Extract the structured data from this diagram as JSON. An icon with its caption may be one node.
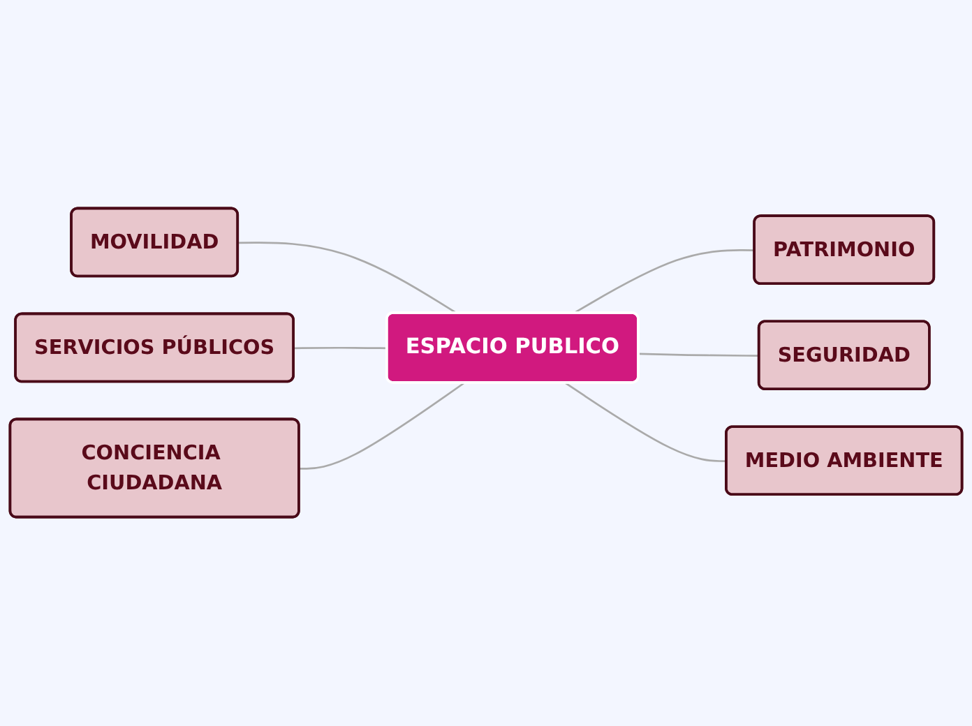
{
  "diagram": {
    "nodes": [
      {
        "text": [
          "PATRIMONIO"
        ]
      },
      {
        "text": [
          "MOVILIDAD"
        ]
      },
      {
        "text": [
          "SEGURIDAD"
        ]
      },
      {
        "text": [
          "SERVICIOS PÚBLICOS"
        ]
      },
      {
        "text": [
          "ESPACIO PUBLICO"
        ]
      },
      {
        "text": [
          "MEDIO AMBIENTE"
        ]
      },
      {
        "text": [
          "CONCIENCIA CIUDADANA"
        ]
      }
    ],
    "edges": [
      {
        "from": 4,
        "to": 0,
        "arrow": "none"
      },
      {
        "from": 4,
        "to": 1,
        "arrow": "none"
      },
      {
        "from": 4,
        "to": 2,
        "arrow": "none"
      },
      {
        "from": 4,
        "to": 3,
        "arrow": "none"
      },
      {
        "from": 4,
        "to": 5,
        "arrow": "none"
      },
      {
        "from": 4,
        "to": 6,
        "arrow": "none"
      }
    ]
  }
}
